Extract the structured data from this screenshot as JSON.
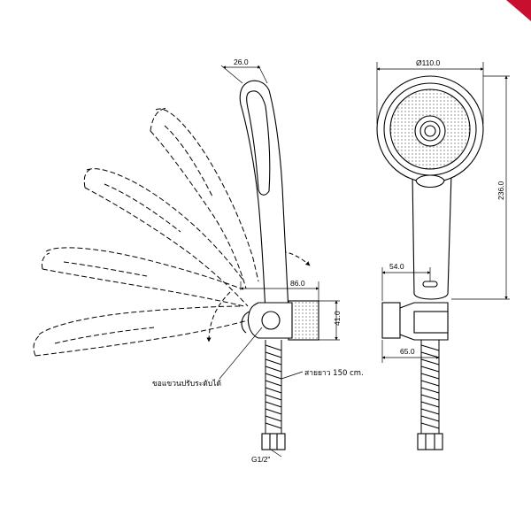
{
  "colors": {
    "line": "#000000",
    "corner_accent": "#c8102e",
    "background": "#ffffff"
  },
  "dimensions": {
    "head_width": "26.0",
    "bracket_width": "86.0",
    "bracket_height": "41.0",
    "face_diameter": "Ø110.0",
    "total_length": "236.0",
    "bracket_offset": "54.0",
    "bracket_base": "65.0"
  },
  "callouts": {
    "bracket": "ขอแขวนปรับระดับได้",
    "hose": "สายยาว 150 cm.",
    "thread": "G1/2\""
  }
}
